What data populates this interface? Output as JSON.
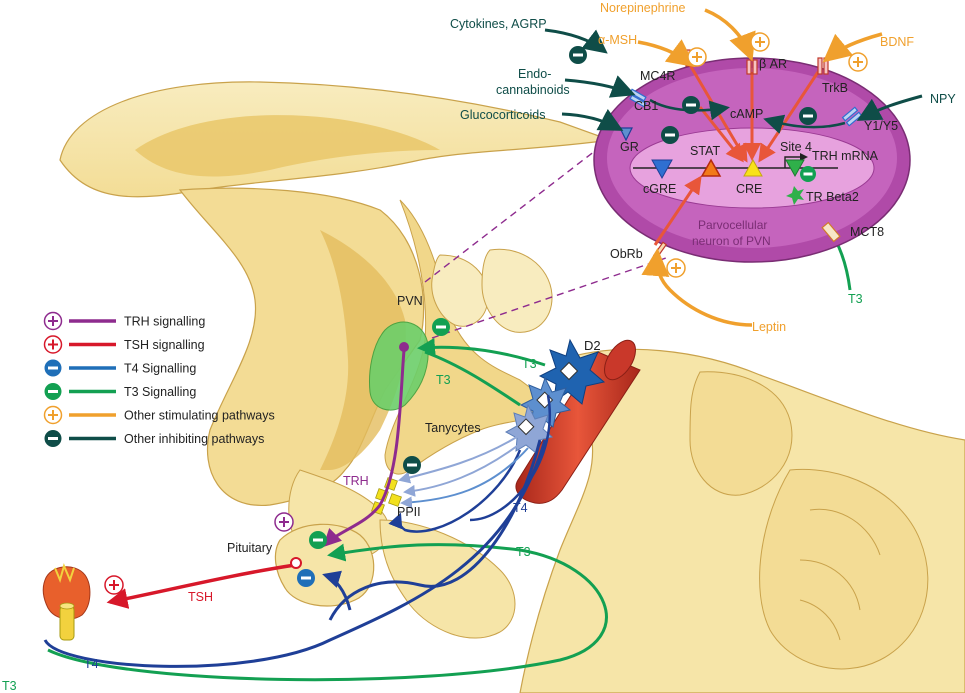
{
  "colors": {
    "trh": "#8e2b8e",
    "tsh": "#d7182a",
    "t4": "#1f3f97",
    "t3": "#13a052",
    "stim": "#f0a02d",
    "inhib": "#0f4d48",
    "brain": "#f7e7ad",
    "brain_dark": "#e6c66d",
    "neuron_outer": "#b04aa8",
    "neuron_inner": "#d98bd3",
    "neuron_core": "#e7a2de",
    "pvn": "#6ccf6a",
    "vessel": "#d9462d"
  },
  "neuron": {
    "ligands": {
      "cytokines": "Cytokines, AGRP",
      "norepinephrine": "Norepinephrine",
      "bdnf": "BDNF",
      "amsh": "α-MSH",
      "endocannabinoids": "Endo-\ncannabinoids",
      "glucocorticoids": "Glucocorticoids",
      "npy": "NPY",
      "leptin": "Leptin",
      "t3": "T3"
    },
    "receptors": {
      "mc4r": "MC4R",
      "bar": "β AR",
      "trkb": "TrkB",
      "cb1": "CB1",
      "y1y5": "Y1/Y5",
      "gr": "GR",
      "obrb": "ObRb",
      "mct8": "MCT8"
    },
    "inner_labels": {
      "camp": "cAMP",
      "stat": "STAT",
      "site4": "Site 4",
      "trh_mrna": "TRH mRNA",
      "cgre": "cGRE",
      "cre": "CRE",
      "tr_beta2": "TR Beta2",
      "cell_name": "Parvocellular\nneuron of PVN"
    }
  },
  "anatomy": {
    "pvn": "PVN",
    "tanycytes": "Tanycytes",
    "d2": "D2",
    "trh": "TRH",
    "ppii": "PPII",
    "pituitary": "Pituitary",
    "tsh": "TSH",
    "t3_upper": "T3",
    "t3_pvn": "T3",
    "t3_lower": "T3",
    "t3_bottom": "T3",
    "t4_mid": "T4",
    "t4_bottom": "T4"
  },
  "legend": [
    {
      "symbol": "+",
      "kind": "plus",
      "color": "#8e2b8e",
      "label": "TRH signalling"
    },
    {
      "symbol": "+",
      "kind": "plus",
      "color": "#d7182a",
      "label": "TSH signalling"
    },
    {
      "symbol": "−",
      "kind": "minus",
      "color": "#1f6fb8",
      "label": "T4 Signalling"
    },
    {
      "symbol": "−",
      "kind": "minus",
      "color": "#13a052",
      "label": "T3 Signalling"
    },
    {
      "symbol": "+",
      "kind": "plus",
      "color": "#f0a02d",
      "label": "Other stimulating pathways"
    },
    {
      "symbol": "−",
      "kind": "minus",
      "color": "#0f4d48",
      "label": "Other inhibiting pathways"
    }
  ]
}
